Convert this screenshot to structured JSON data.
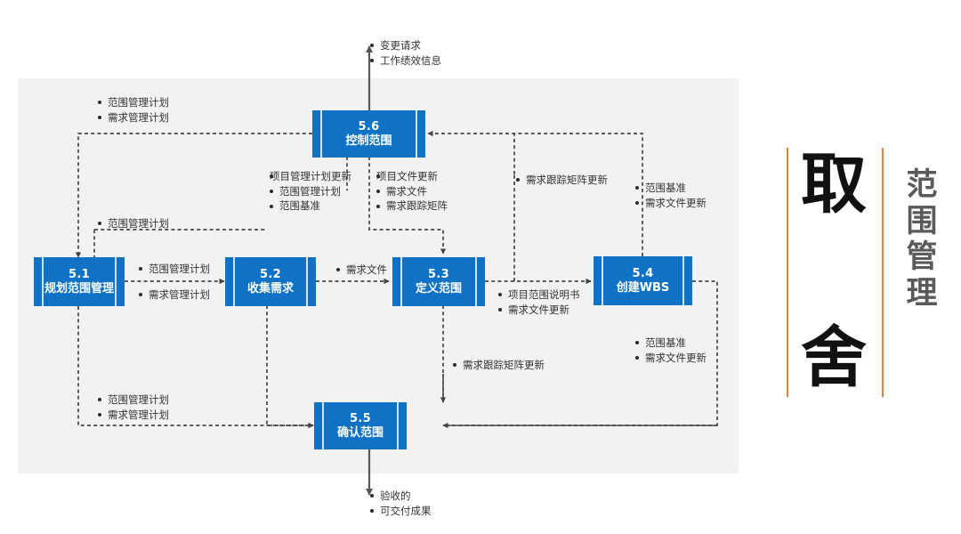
{
  "diagram": {
    "title_main_top": "取",
    "title_main_bottom": "舍",
    "title_side": "范围管理",
    "panel_color": "#f2f2f2",
    "box_color": "#0f72c4",
    "accent_color": "#ed7d31"
  },
  "processes": [
    {
      "id": "5.1",
      "num": "5.1",
      "name": "规划范围管理"
    },
    {
      "id": "5.2",
      "num": "5.2",
      "name": "收集需求"
    },
    {
      "id": "5.3",
      "num": "5.3",
      "name": "定义范围"
    },
    {
      "id": "5.4",
      "num": "5.4",
      "name": "创建WBS"
    },
    {
      "id": "5.5",
      "num": "5.5",
      "name": "确认范围"
    },
    {
      "id": "5.6",
      "num": "5.6",
      "name": "控制范围"
    }
  ],
  "labels": {
    "top_output": [
      "变更请求",
      "工作绩效信息"
    ],
    "top_left_feedback": [
      "范围管理计划",
      "需求管理计划"
    ],
    "mid_left_feedback": [
      "范围管理计划"
    ],
    "pm_plan_update_heading": "项目管理计划更新",
    "pm_plan_update_items": [
      "范围管理计划",
      "范围基准"
    ],
    "project_doc_update_heading": "项目文件更新",
    "project_doc_update_items": [
      "需求文件",
      "需求跟踪矩阵"
    ],
    "rtm_update_upper": [
      "需求跟踪矩阵更新"
    ],
    "scope_baseline_upper": [
      "范围基准",
      "需求文件更新"
    ],
    "plan_to_collect": [
      "范围管理计划",
      "需求管理计划"
    ],
    "collect_to_define": [
      "需求文件"
    ],
    "define_to_wbs": [
      "项目范围说明书",
      "需求文件更新"
    ],
    "scope_baseline_lower": [
      "范围基准",
      "需求文件更新"
    ],
    "rtm_update_lower": [
      "需求跟踪矩阵更新"
    ],
    "bottom_left_feedback": [
      "范围管理计划",
      "需求管理计划"
    ],
    "bottom_output": [
      "验收的",
      "可交付成果"
    ]
  }
}
